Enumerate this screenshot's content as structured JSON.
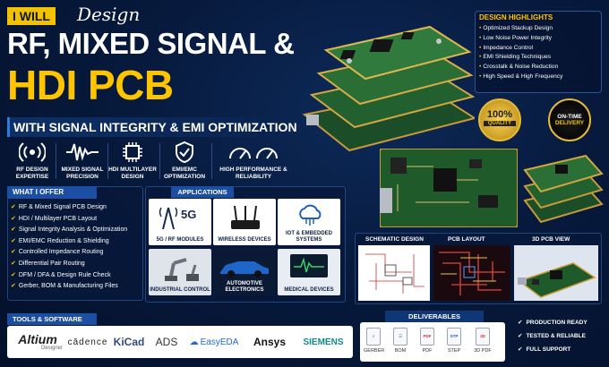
{
  "header": {
    "i_will": "I WILL",
    "design": "Design",
    "title_line1": "RF, MIXED SIGNAL &",
    "title_line2": "HDI PCB",
    "subtitle": "WITH SIGNAL INTEGRITY & EMI OPTIMIZATION"
  },
  "features": [
    {
      "icon": "rf-waves-icon",
      "label": "RF DESIGN EXPERTISE"
    },
    {
      "icon": "waveform-icon",
      "label": "MIXED SIGNAL PRECISION"
    },
    {
      "icon": "chip-icon",
      "label": "HDI MULTILAYER DESIGN"
    },
    {
      "icon": "shield-check-icon",
      "label": "EMI/EMC OPTIMIZATION"
    },
    {
      "icon": "speedometer-icon",
      "label": "HIGH PERFORMANCE & RELIABILITY"
    }
  ],
  "offer": {
    "heading": "WHAT I OFFER",
    "items": [
      "RF & Mixed Signal PCB Design",
      "HDI / Multilayer PCB Layout",
      "Signal Integrity Analysis & Optimization",
      "EMI/EMC Reduction & Shielding",
      "Controlled Impedance Routing",
      "Differential Pair Routing",
      "DFM / DFA & Design Rule Check",
      "Gerber, BOM & Manufacturing Files"
    ]
  },
  "applications": {
    "heading": "APPLICATIONS",
    "items": [
      {
        "label": "5G / RF MODULES",
        "badge": "5G"
      },
      {
        "label": "WIRELESS DEVICES"
      },
      {
        "label": "IOT & EMBEDDED SYSTEMS"
      },
      {
        "label": "INDUSTRIAL CONTROL"
      },
      {
        "label": "AUTOMOTIVE ELECTRONICS"
      },
      {
        "label": "MEDICAL DEVICES"
      }
    ]
  },
  "highlights": {
    "heading": "DESIGN HIGHLIGHTS",
    "items": [
      "Optimized Stackup Design",
      "Low Noise Power Integrity",
      "Impedance Control",
      "EMI Shielding Techniques",
      "Crosstalk & Noise Reduction",
      "High Speed & High Frequency"
    ]
  },
  "badges": {
    "quality_top": "100%",
    "quality_bottom": "QUALITY",
    "delivery_top": "ON-TIME",
    "delivery_bottom": "DELIVERY"
  },
  "panels": {
    "schematic": "SCHEMATIC DESIGN",
    "layout": "PCB LAYOUT",
    "view3d": "3D PCB VIEW"
  },
  "tools": {
    "heading": "TOOLS & SOFTWARE",
    "items": [
      {
        "name": "Altium",
        "sub": "Designer"
      },
      {
        "name": "cādence"
      },
      {
        "name": "KiCad"
      },
      {
        "name": "ADS"
      },
      {
        "name": "EasyEDA"
      },
      {
        "name": "Ansys"
      },
      {
        "name": "SIEMENS"
      }
    ]
  },
  "deliverables": {
    "heading": "DELIVERABLES",
    "files": [
      "GERBER",
      "BOM",
      "PDF",
      "STEP",
      "3D PDF"
    ],
    "assurances": [
      "PRODUCTION READY",
      "TESTED & RELIABLE",
      "FULL SUPPORT"
    ]
  },
  "colors": {
    "accent_yellow": "#ffc400",
    "accent_blue": "#1c4fa3",
    "background": "#071a3d",
    "pcb_green": "#1f5a2a"
  }
}
